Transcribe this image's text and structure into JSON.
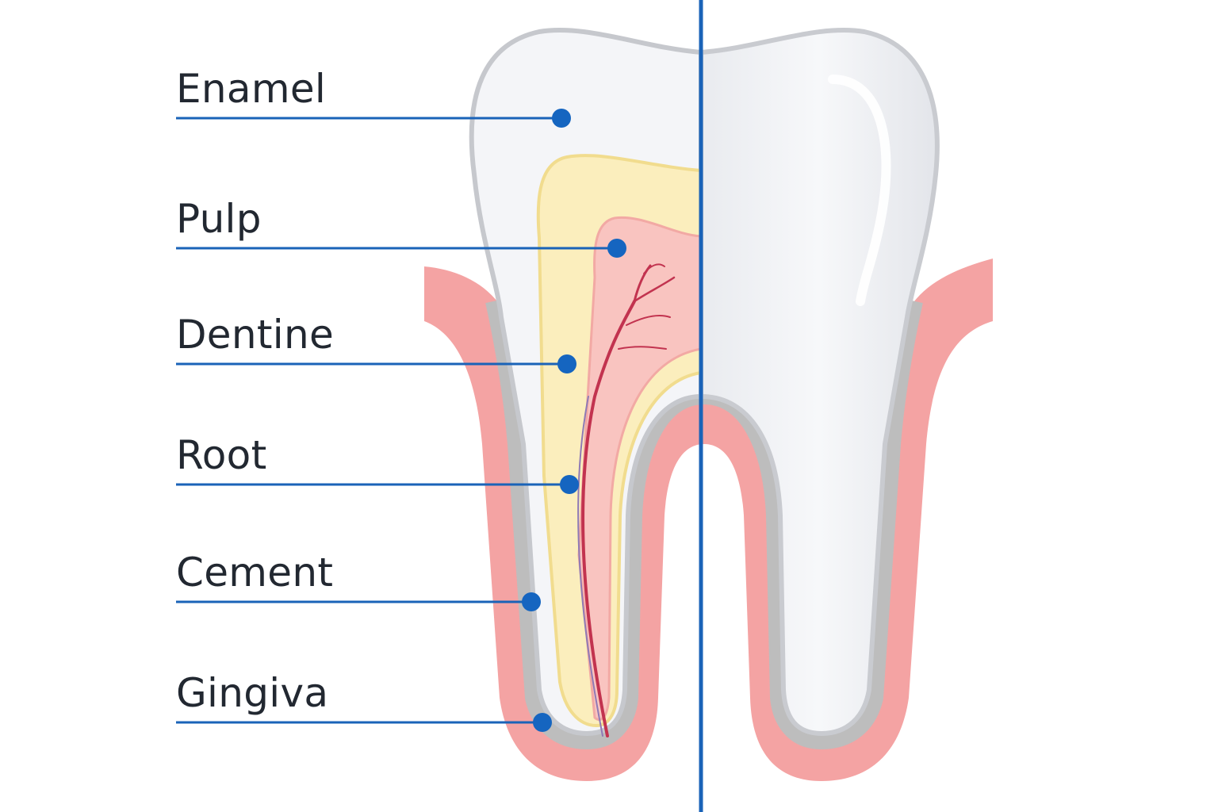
{
  "colors": {
    "leader": "#1a63b8",
    "dot": "#1565c0",
    "text": "#222831",
    "gingiva": "#f4a3a3",
    "gingiva_dark": "#ea8e8e",
    "cementum": "#bdbdbd",
    "dentine": "#fbeebd",
    "dentine_edge": "#f1dc8e",
    "pulp": "#f9c4c0",
    "vessel": "#c2334f",
    "enamel": "#f4f5f8",
    "enamel_edge": "#c6c8cd",
    "divider": "#1a63b8"
  },
  "labels": [
    {
      "id": "enamel",
      "text": "Enamel"
    },
    {
      "id": "pulp",
      "text": "Pulp"
    },
    {
      "id": "dentine",
      "text": "Dentine"
    },
    {
      "id": "root",
      "text": "Root"
    },
    {
      "id": "cement",
      "text": "Cement"
    },
    {
      "id": "gingiva",
      "text": "Gingiva"
    }
  ]
}
